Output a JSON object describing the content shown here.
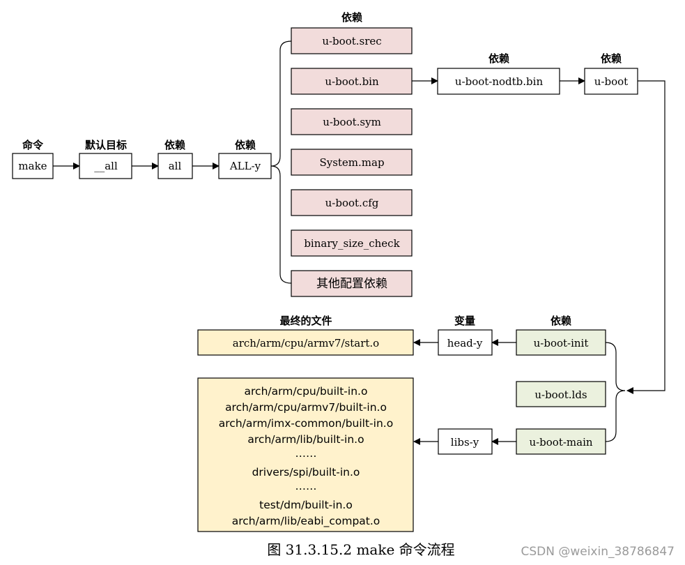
{
  "colors": {
    "pink": "#f2dcdb",
    "green": "#ebf1de",
    "yellow": "#fff2cc",
    "white": "#ffffff"
  },
  "labels": {
    "command": "命令",
    "default_target": "默认目标",
    "dep_all": "依赖",
    "dep_ally": "依赖",
    "dep_top": "依赖",
    "dep_nodtb": "依赖",
    "dep_uboot": "依赖",
    "final_files": "最终的文件",
    "variable": "变量",
    "dep_init": "依赖"
  },
  "nodes": {
    "make": "make",
    "all_default": "__all",
    "all": "all",
    "ally": "ALL-y",
    "srec": "u-boot.srec",
    "bin": "u-boot.bin",
    "sym": "u-boot.sym",
    "sysmap": "System.map",
    "cfg": "u-boot.cfg",
    "sizecheck": "binary_size_check",
    "other": "其他配置依赖",
    "nodtb": "u-boot-nodtb.bin",
    "uboot": "u-boot",
    "init": "u-boot-init",
    "lds": "u-boot.lds",
    "main": "u-boot-main",
    "heady": "head-y",
    "libsy": "libs-y",
    "start": "arch/arm/cpu/armv7/start.o"
  },
  "libs_files": [
    "arch/arm/cpu/built-in.o",
    "arch/arm/cpu/armv7/built-in.o",
    "arch/arm/imx-common/built-in.o",
    "arch/arm/lib/built-in.o",
    "……",
    "drivers/spi/built-in.o",
    "……",
    "test/dm/built-in.o",
    "arch/arm/lib/eabi_compat.o"
  ],
  "caption": "图 31.3.15.2 make 命令流程",
  "watermark": "CSDN @weixin_38786847"
}
